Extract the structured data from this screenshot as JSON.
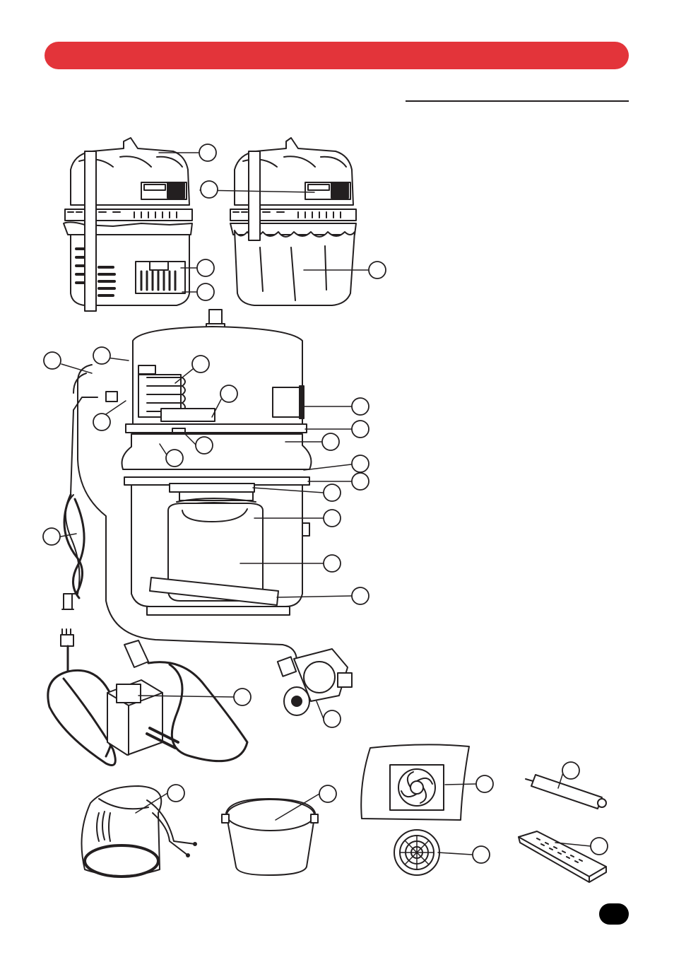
{
  "header": {
    "color": "#e3343a"
  },
  "diagram": {
    "stroke_color": "#231f20",
    "callout_count": 30,
    "parts": [
      "humidifier-with-cover",
      "humidifier-with-bag",
      "main-body-exploded",
      "sensor-cable",
      "power-adapter",
      "float-valve",
      "glass-bowl",
      "water-tray",
      "fan-unit",
      "fan-grille",
      "uv-tube",
      "ionizer-plate"
    ]
  },
  "icons": {
    "callout": "circle-outline",
    "fan": "fan-icon",
    "plug": "plug-icon"
  },
  "page_badge": {
    "color": "#000000"
  }
}
